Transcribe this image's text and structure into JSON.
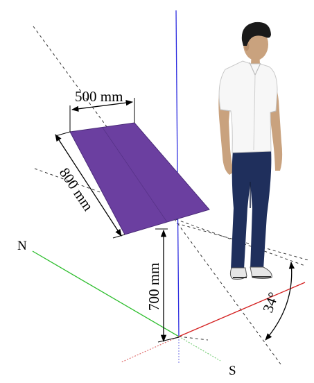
{
  "diagram": {
    "labels": {
      "width_dimension": "500 mm",
      "length_dimension": "800 mm",
      "height_dimension": "700 mm",
      "tilt_angle": "34°",
      "north": "N",
      "south": "S"
    },
    "colors": {
      "panel_fill": "#6b3fa0",
      "panel_edge": "#4a2a78",
      "vertical_axis": "#2d2de0",
      "green_axis": "#2bbd2b",
      "red_axis": "#d42020",
      "dimension_line": "#000000",
      "shirt": "#f7f7f7",
      "trousers": "#1f2f5c",
      "skin": "#c9a27e",
      "hair": "#1a1a1a",
      "shoes": "#e6e6e6"
    }
  }
}
